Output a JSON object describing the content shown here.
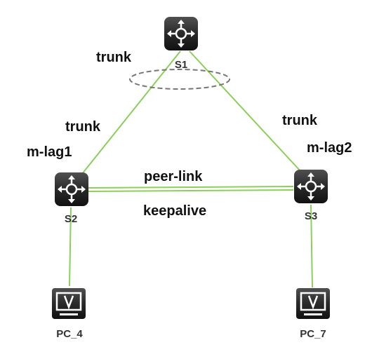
{
  "colors": {
    "link": "#8ccf5a",
    "device_dark": "#1a1a1a",
    "device_light": "#4a4a4a",
    "text": "#111111",
    "ellipse": "#777777"
  },
  "nodes": {
    "s1": {
      "label": "S1",
      "type": "switch",
      "icon": "switch-icon"
    },
    "s2": {
      "label": "S2",
      "type": "switch",
      "icon": "switch-icon"
    },
    "s3": {
      "label": "S3",
      "type": "switch",
      "icon": "switch-icon"
    },
    "pc4": {
      "label": "PC_4",
      "type": "pc",
      "icon": "monitor-icon"
    },
    "pc7": {
      "label": "PC_7",
      "type": "pc",
      "icon": "monitor-icon"
    }
  },
  "links": [
    {
      "from": "S1",
      "to": "S2"
    },
    {
      "from": "S1",
      "to": "S3"
    },
    {
      "from": "S2",
      "to": "S3"
    },
    {
      "from": "S2",
      "to": "S3"
    },
    {
      "from": "S2",
      "to": "PC_4"
    },
    {
      "from": "S3",
      "to": "PC_7"
    }
  ],
  "labels": {
    "trunk_s1": "trunk",
    "trunk_s2": "trunk",
    "trunk_s3": "trunk",
    "mlag1": "m-lag1",
    "mlag2": "m-lag2",
    "peer_link": "peer-link",
    "keepalive": "keepalive"
  }
}
